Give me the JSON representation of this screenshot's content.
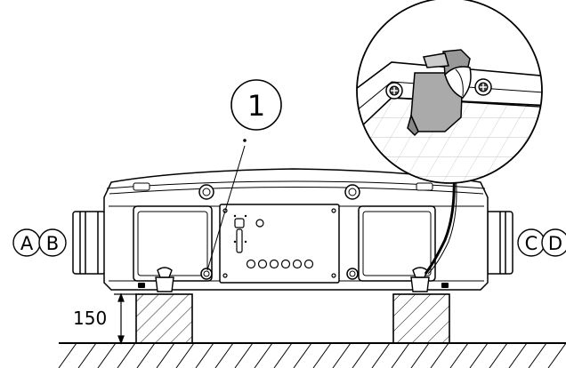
{
  "callouts": {
    "number": "1",
    "left_a": "A",
    "left_b": "B",
    "right_c": "C",
    "right_d": "D"
  },
  "dimension": {
    "height": "150"
  }
}
